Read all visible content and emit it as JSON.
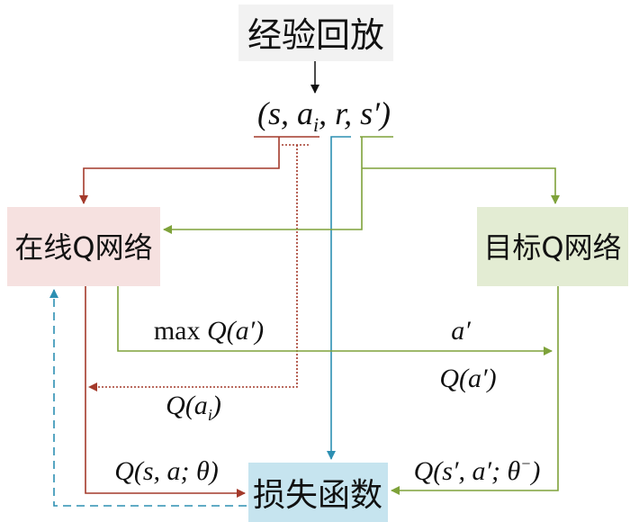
{
  "nodes": {
    "replay": "经验回放",
    "online": "在线Q网络",
    "target": "目标Q网络",
    "loss": "损失函数"
  },
  "tuple": {
    "open": "(s, a",
    "sub": "i",
    "rest": ", r, s′)"
  },
  "labels": {
    "max_prefix": "max",
    "max_q": "Q(a′)",
    "a_prime": "a′",
    "q_a_prime": "Q(a′)",
    "q_ai": "Q(a",
    "q_ai_sub": "i",
    "q_ai_close": ")",
    "q_online": "Q(s, a; θ)",
    "q_target": "Q(s′, a′; θ",
    "q_target_sup": "−",
    "q_target_close": ")"
  },
  "colors": {
    "red": "#a43a2b",
    "green": "#7ea23a",
    "blue": "#2d8fb2",
    "replay_bg": "#f2f2f2",
    "online_bg": "#f6e1e0",
    "target_bg": "#e3ecd3",
    "loss_bg": "#c6e4ef"
  }
}
